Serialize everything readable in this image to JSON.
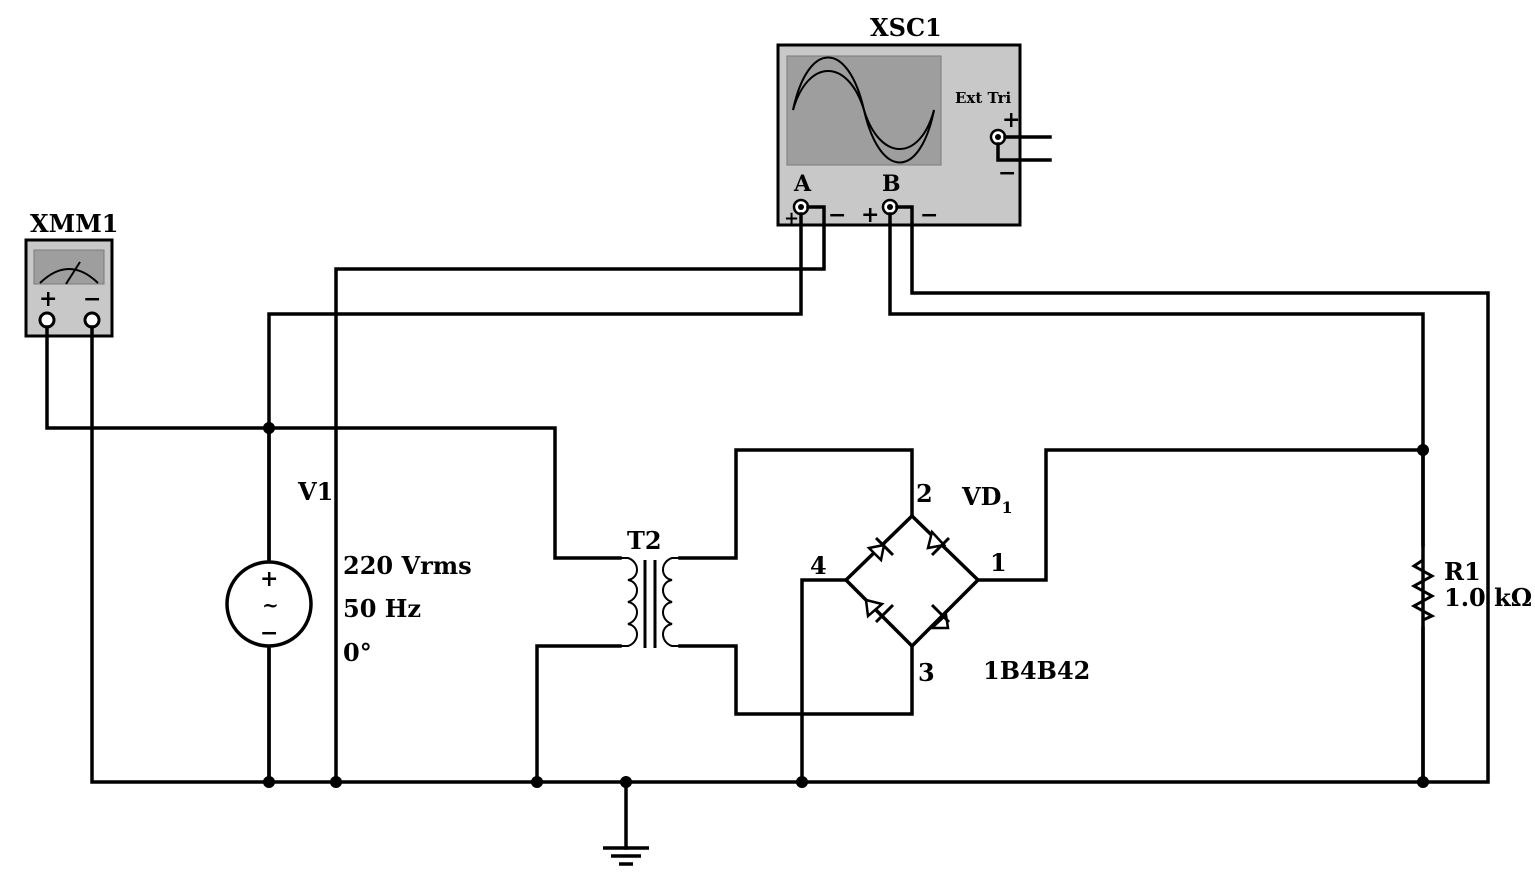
{
  "multimeter": {
    "ref": "XMM1",
    "plus": "+",
    "minus": "−"
  },
  "oscilloscope": {
    "ref": "XSC1",
    "ext_trigger": "Ext Tri",
    "ext_plus": "+",
    "ext_minus": "−",
    "channel_a": "A",
    "channel_b": "B",
    "plus": "+",
    "minus": "−"
  },
  "source": {
    "ref": "V1",
    "voltage": "220 Vrms",
    "frequency": "50 Hz",
    "phase": "0°",
    "plus": "+",
    "minus": "−",
    "symbol": "~"
  },
  "transformer": {
    "ref": "T2"
  },
  "bridge": {
    "ref_main": "VD",
    "ref_sub": "1",
    "part": "1B4B42",
    "pin1": "1",
    "pin2": "2",
    "pin3": "3",
    "pin4": "4"
  },
  "resistor": {
    "ref": "R1",
    "value": "1.0 kΩ"
  }
}
